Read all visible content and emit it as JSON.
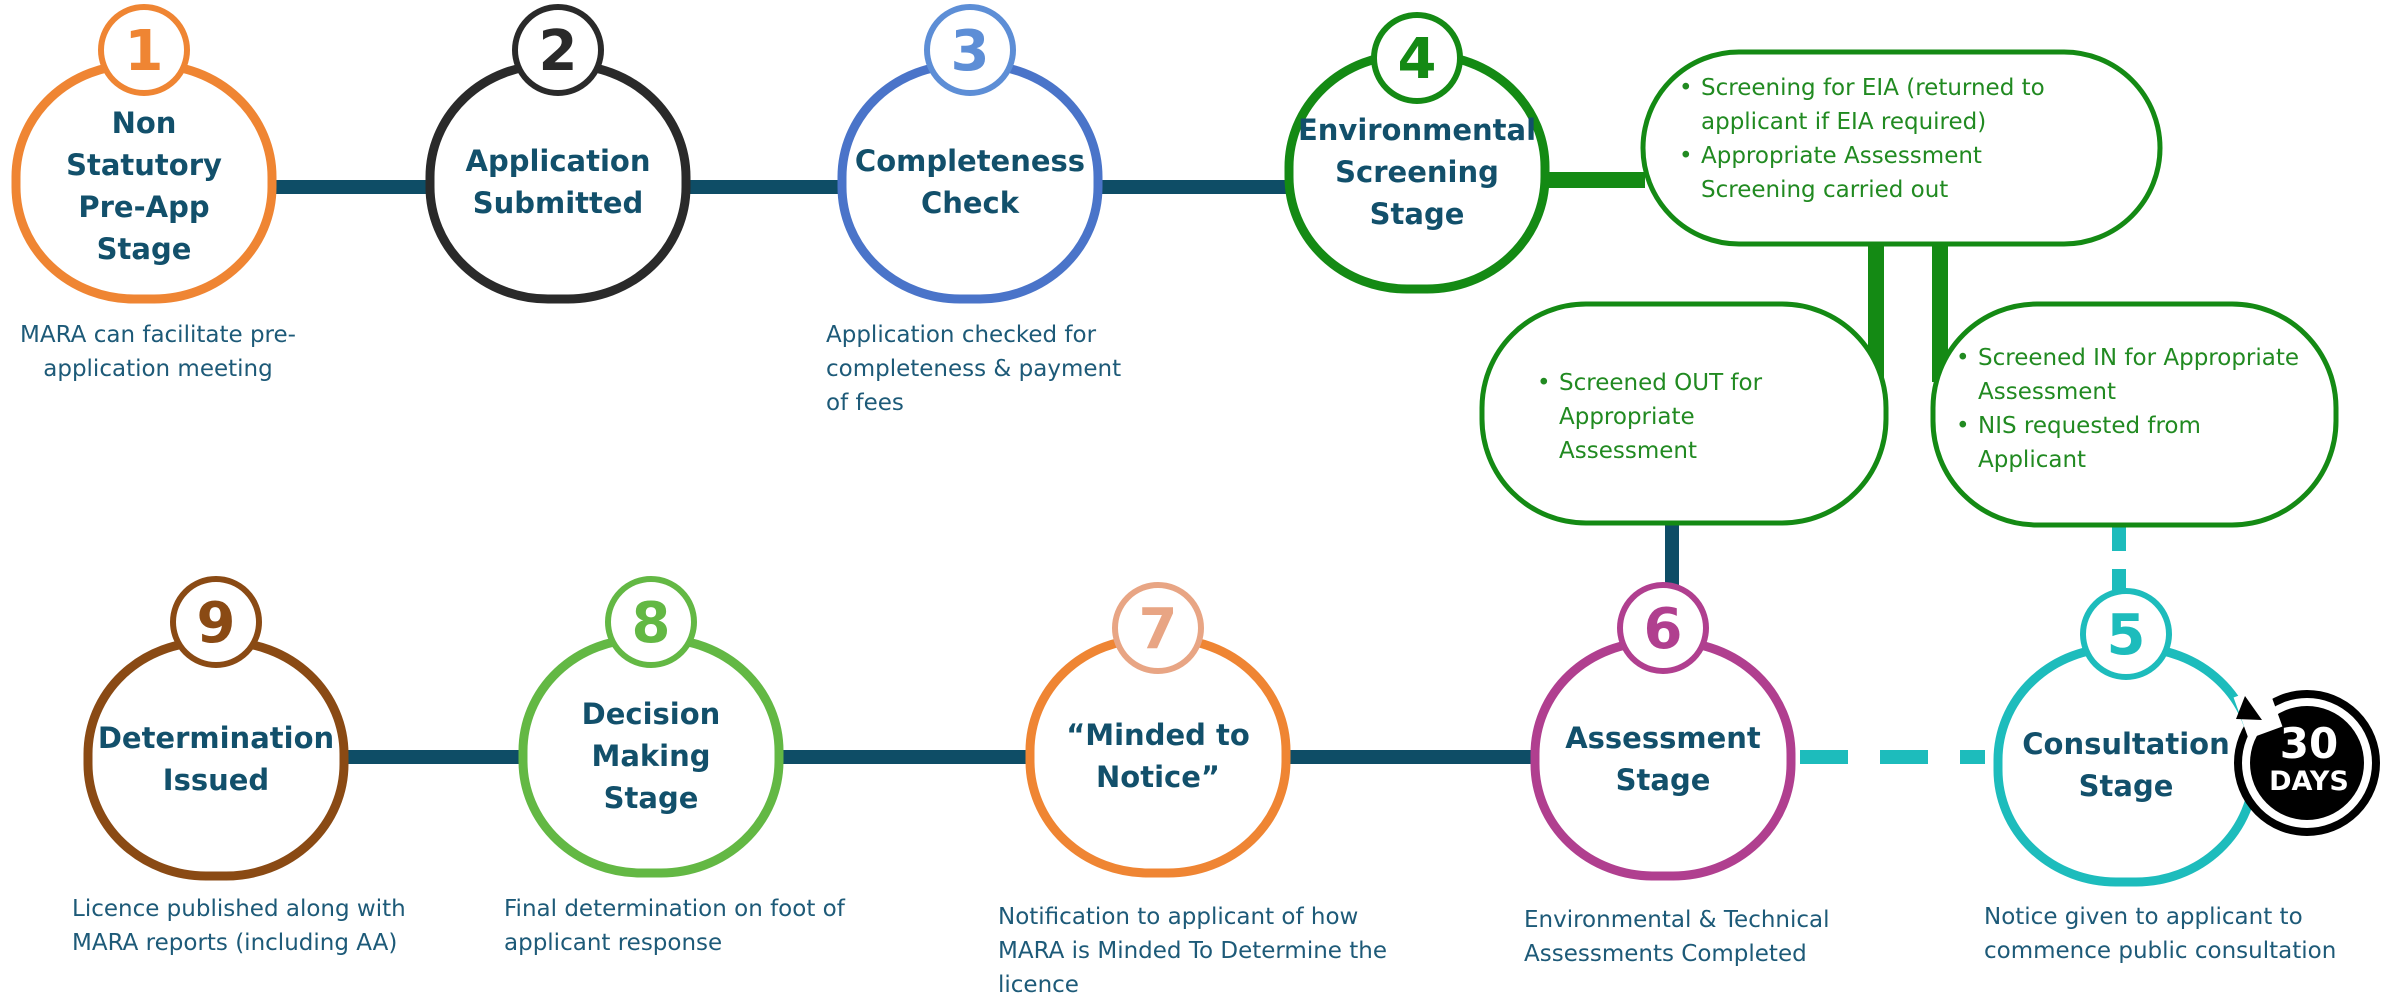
{
  "colors": {
    "connector": "#0e4d66",
    "green": "#148a14",
    "teal": "#1dbcbc",
    "title": "#12506b"
  },
  "stages": [
    {
      "number": "1",
      "title_lines": [
        "Non",
        "Statutory",
        "Pre-App",
        "Stage"
      ],
      "color": "#ef8533",
      "number_color": "#ef8533",
      "description": "MARA can facilitate pre-application meeting"
    },
    {
      "number": "2",
      "title_lines": [
        "Application",
        "Submitted"
      ],
      "color": "#2a2a2a",
      "number_color": "#2a2a2a",
      "description": ""
    },
    {
      "number": "3",
      "title_lines": [
        "Completeness",
        "Check"
      ],
      "color": "#4a74c9",
      "number_color": "#5d8ed6",
      "description": "Application checked for completeness & payment of fees"
    },
    {
      "number": "4",
      "title_lines": [
        "Environmental",
        "Screening",
        "Stage"
      ],
      "color": "#148a14",
      "number_color": "#148a14",
      "description": ""
    },
    {
      "number": "5",
      "title_lines": [
        "Consultation",
        "Stage"
      ],
      "color": "#1dbcbc",
      "number_color": "#1dbcbc",
      "description": "Notice given to applicant to commence public consultation"
    },
    {
      "number": "6",
      "title_lines": [
        "Assessment",
        "Stage"
      ],
      "color": "#b03f8f",
      "number_color": "#b03f8f",
      "description": "Environmental & Technical Assessments Completed"
    },
    {
      "number": "7",
      "title_lines": [
        "“Minded to",
        "Notice”"
      ],
      "color": "#ef8533",
      "number_color": "#e8a584",
      "description": "Notification to applicant of how MARA is Minded To Determine the licence"
    },
    {
      "number": "8",
      "title_lines": [
        "Decision",
        "Making",
        "Stage"
      ],
      "color": "#63b844",
      "number_color": "#63b844",
      "description": "Final determination on foot of applicant response"
    },
    {
      "number": "9",
      "title_lines": [
        "Determination",
        "Issued"
      ],
      "color": "#8a4a14",
      "number_color": "#8a4a14",
      "description": "Licence published along with MARA reports (including AA)"
    }
  ],
  "screening_boxes": {
    "top": [
      "Screening for EIA (returned to applicant if EIA required)",
      "Appropriate Assessment Screening carried out"
    ],
    "out": [
      "Screened OUT for Appropriate Assessment"
    ],
    "in": [
      "Screened IN for Appropriate Assessment",
      "NIS requested from Applicant"
    ]
  },
  "badge": {
    "number": "30",
    "label": "DAYS"
  }
}
